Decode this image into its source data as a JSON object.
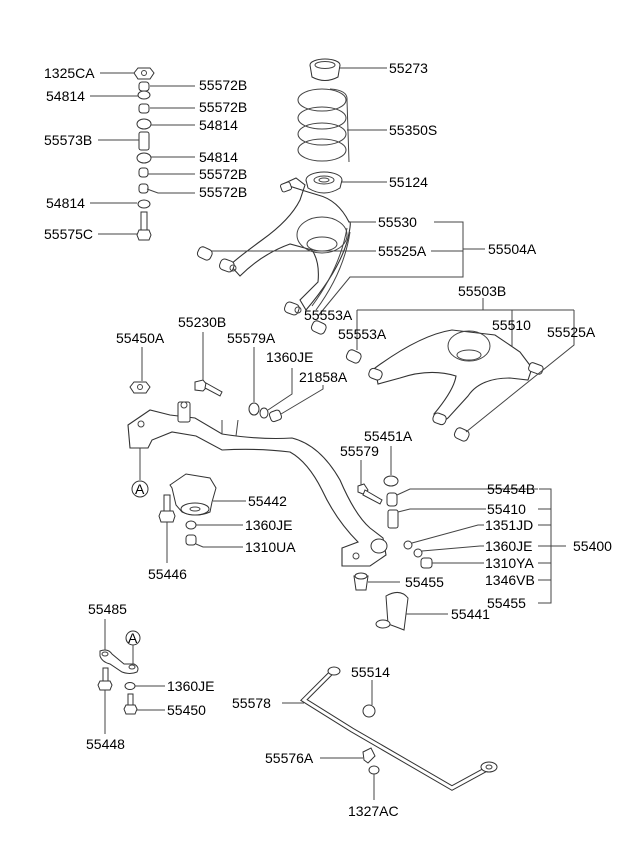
{
  "diagram": {
    "title": "Front suspension parts diagram",
    "line_color": "#333333",
    "background": "#ffffff",
    "stack_labels_left": [
      "1325CA",
      "54814",
      "55573B",
      "54814",
      "55575C"
    ],
    "stack_labels_right": [
      "55572B",
      "55572B",
      "54814",
      "54814",
      "55572B",
      "55572B"
    ],
    "spring_labels": [
      "55273",
      "55350S",
      "55124"
    ],
    "upper_arm": {
      "arm": "55530",
      "bushing": "55525A",
      "assembly": "55504A",
      "bushing_rear": "55553A"
    },
    "lower_arm": {
      "assembly": "55503B",
      "bushing_left": "55553A",
      "arm": "55510",
      "bushing_right": "55525A"
    },
    "crossmember": {
      "nut": "55450A",
      "bolt": "55230B",
      "washer_a": "55579A",
      "washer_b": "1360JE",
      "bushing": "21858A",
      "ref_a": "A"
    },
    "mount": {
      "bracket": "55442",
      "washer": "1360JE",
      "nut": "1310UA",
      "stud": "55446"
    },
    "link_assembly": {
      "nut_top": "55451A",
      "bolt": "55579",
      "items": [
        "55454B",
        "55410",
        "1351JD",
        "1360JE",
        "1310YA",
        "1346VB",
        "55455"
      ],
      "assembly": "55400",
      "bushing": "55455",
      "bracket": "55441"
    },
    "lower_left": {
      "link": "55485",
      "ref_a": "A",
      "washer": "1360JE",
      "bolt": "55450",
      "stud": "55448"
    },
    "stabilizer": {
      "bar": "55578",
      "bushing": "55514",
      "bracket": "55576A",
      "nut": "1327AC"
    }
  }
}
